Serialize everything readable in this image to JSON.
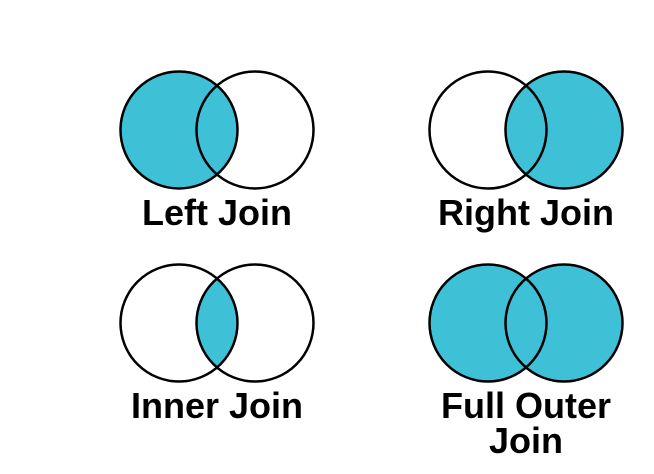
{
  "figure": {
    "background": "#ffffff",
    "stroke_color": "#000000",
    "accent_color": "#3EC0D6",
    "empty_color": "#ffffff"
  },
  "diagrams": [
    {
      "label": "Left Join",
      "left_fill": "#3EC0D6",
      "right_fill": "#ffffff",
      "lens_fill": "#3EC0D6"
    },
    {
      "label": "Right Join",
      "left_fill": "#ffffff",
      "right_fill": "#3EC0D6",
      "lens_fill": "#3EC0D6"
    },
    {
      "label": "Inner Join",
      "left_fill": "#ffffff",
      "right_fill": "#ffffff",
      "lens_fill": "#3EC0D6"
    },
    {
      "label": "Full Outer Join",
      "left_fill": "#3EC0D6",
      "right_fill": "#3EC0D6",
      "lens_fill": "#3EC0D6"
    }
  ]
}
